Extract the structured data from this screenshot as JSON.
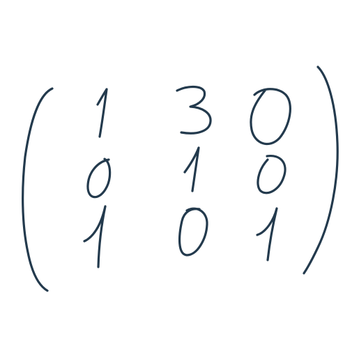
{
  "ink_color": "#233a4d",
  "background_color": "#ffffff",
  "matrix": {
    "rows": [
      [
        "1",
        "3",
        "0"
      ],
      [
        "0",
        "1",
        "0"
      ],
      [
        "1",
        "0",
        "1"
      ]
    ]
  }
}
